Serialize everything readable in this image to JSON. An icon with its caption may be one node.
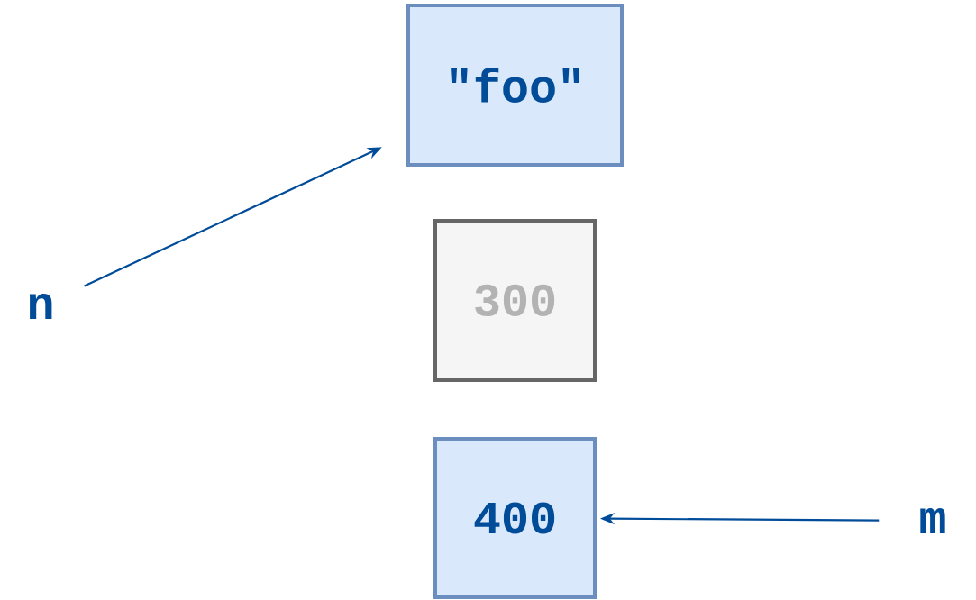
{
  "diagram": {
    "nodes": [
      {
        "text": [
          "\"foo\""
        ]
      },
      {
        "text": [
          "300"
        ]
      },
      {
        "text": [
          "400"
        ]
      },
      {
        "text": [
          "n"
        ]
      },
      {
        "text": [
          "m"
        ]
      }
    ],
    "edges": [
      {
        "from": 3,
        "to": 0,
        "arrow": "to"
      },
      {
        "from": 4,
        "to": 2,
        "arrow": "to"
      }
    ]
  }
}
